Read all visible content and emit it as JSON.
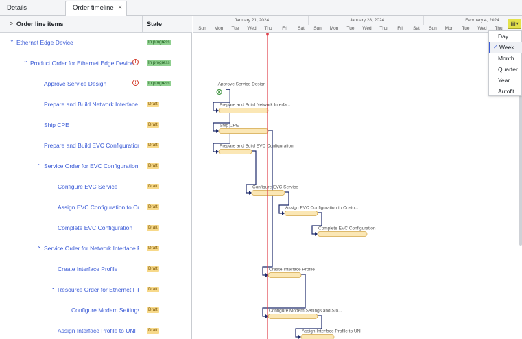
{
  "tabs": [
    {
      "label": "Details",
      "active": false
    },
    {
      "label": "Order timeline",
      "active": true,
      "close": "×"
    }
  ],
  "grid": {
    "header_items": "Order line items",
    "header_state": "State",
    "header_chevron": ">"
  },
  "rows": [
    {
      "name": "Ethernet Edge Device",
      "state": "In progress",
      "state_type": "inprog",
      "indent": 0,
      "toggle": "v",
      "warn": false
    },
    {
      "name": "Product Order for Ethernet Edge Device",
      "state": "In progress",
      "state_type": "inprog",
      "indent": 1,
      "toggle": "v",
      "warn": true
    },
    {
      "name": "Approve Service Design",
      "state": "In progress",
      "state_type": "inprog",
      "indent": 2,
      "toggle": "",
      "warn": true
    },
    {
      "name": "Prepare and Build Network Interface Pr",
      "state": "Draft",
      "state_type": "draft",
      "indent": 2,
      "toggle": "",
      "warn": false
    },
    {
      "name": "Ship CPE",
      "state": "Draft",
      "state_type": "draft",
      "indent": 2,
      "toggle": "",
      "warn": false
    },
    {
      "name": "Prepare and Build EVC Configuration",
      "state": "Draft",
      "state_type": "draft",
      "indent": 2,
      "toggle": "",
      "warn": false
    },
    {
      "name": "Service Order for EVC Configuration Se",
      "state": "Draft",
      "state_type": "draft",
      "indent": 2,
      "toggle": "v",
      "warn": false
    },
    {
      "name": "Configure EVC Service",
      "state": "Draft",
      "state_type": "draft",
      "indent": 3,
      "toggle": "",
      "warn": false
    },
    {
      "name": "Assign EVC Configuration to Cust",
      "state": "Draft",
      "state_type": "draft",
      "indent": 3,
      "toggle": "",
      "warn": false
    },
    {
      "name": "Complete EVC Configuration",
      "state": "Draft",
      "state_type": "draft",
      "indent": 3,
      "toggle": "",
      "warn": false
    },
    {
      "name": "Service Order for Network Interface Pr",
      "state": "Draft",
      "state_type": "draft",
      "indent": 2,
      "toggle": "v",
      "warn": false
    },
    {
      "name": "Create Interface Profile",
      "state": "Draft",
      "state_type": "draft",
      "indent": 3,
      "toggle": "",
      "warn": false
    },
    {
      "name": "Resource Order for Ethernet Fibe",
      "state": "Draft",
      "state_type": "draft",
      "indent": 3,
      "toggle": "v",
      "warn": false
    },
    {
      "name": "Configure Modem Settings a",
      "state": "Draft",
      "state_type": "draft",
      "indent": 4,
      "toggle": "",
      "warn": false
    },
    {
      "name": "Assign Interface Profile to UNI",
      "state": "Draft",
      "state_type": "draft",
      "indent": 3,
      "toggle": "",
      "warn": false
    }
  ],
  "timeline": {
    "weeks": [
      "January 21, 2024",
      "January 28, 2024",
      "February 4, 2024"
    ],
    "days": [
      "Sun",
      "Mon",
      "Tue",
      "Wed",
      "Thu",
      "Fri",
      "Sat",
      "Sun",
      "Mon",
      "Tue",
      "Wed",
      "Thu",
      "Fri",
      "Sat",
      "Sun",
      "Mon",
      "Tue",
      "Wed",
      "Thu"
    ],
    "today_day_index": 4,
    "colors": {
      "today_line": "#e0404a",
      "bar_fill": "#fbe7b5",
      "bar_stroke": "#d4a84a",
      "link": "#1d2a6b",
      "milestone": "#4a9a4a"
    },
    "tasks": [
      {
        "label": "Approve Service Design",
        "row": 2,
        "start_day": 1.4,
        "end_day": 1.6,
        "milestone": true
      },
      {
        "label": "Prepare and Build Network Interfa...",
        "row": 3,
        "start_day": 1.5,
        "end_day": 4.5
      },
      {
        "label": "Ship CPE",
        "row": 4,
        "start_day": 1.5,
        "end_day": 4.5
      },
      {
        "label": "Prepare and Build EVC Configuration",
        "row": 5,
        "start_day": 1.5,
        "end_day": 3.5
      },
      {
        "label": "Configure EVC Service",
        "row": 7,
        "start_day": 3.5,
        "end_day": 5.5
      },
      {
        "label": "Assign EVC Configuration to Custo...",
        "row": 8,
        "start_day": 5.5,
        "end_day": 7.5
      },
      {
        "label": "Complete EVC Configuration",
        "row": 9,
        "start_day": 7.5,
        "end_day": 10.5
      },
      {
        "label": "Create Interface Profile",
        "row": 11,
        "start_day": 4.5,
        "end_day": 6.5
      },
      {
        "label": "Configure Modem Settings and Sto...",
        "row": 13,
        "start_day": 4.5,
        "end_day": 7.5
      },
      {
        "label": "Assign Interface Profile to UNI",
        "row": 14,
        "start_day": 6.5,
        "end_day": 8.5
      }
    ],
    "links": [
      [
        2,
        3
      ],
      [
        2,
        4
      ],
      [
        2,
        5
      ],
      [
        5,
        7
      ],
      [
        7,
        8
      ],
      [
        8,
        9
      ],
      [
        4,
        11
      ],
      [
        11,
        13
      ],
      [
        13,
        14
      ]
    ]
  },
  "menu": {
    "icon": "calendar-icon",
    "icon_glyph": "▤▾",
    "items": [
      {
        "label": "Day",
        "selected": false
      },
      {
        "label": "Week",
        "selected": true
      },
      {
        "label": "Month",
        "selected": false
      },
      {
        "label": "Quarter",
        "selected": false
      },
      {
        "label": "Year",
        "selected": false
      },
      {
        "label": "Autofit",
        "selected": false
      }
    ],
    "check": "✓"
  }
}
